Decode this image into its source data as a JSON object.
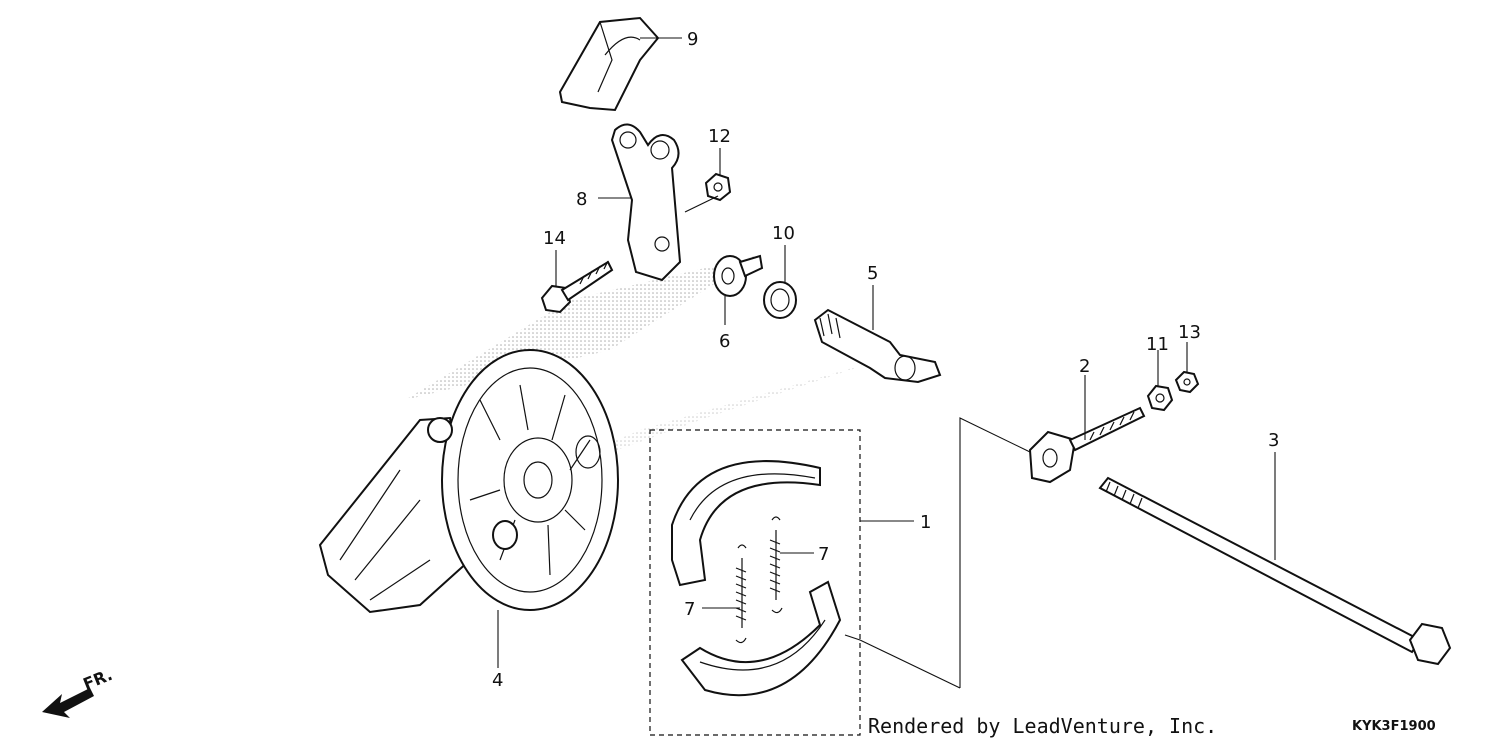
{
  "callouts": {
    "c1": "1",
    "c2": "2",
    "c3": "3",
    "c4": "4",
    "c5": "5",
    "c6": "6",
    "c7a": "7",
    "c7b": "7",
    "c8": "8",
    "c9": "9",
    "c10": "10",
    "c11": "11",
    "c12": "12",
    "c13": "13",
    "c14": "14"
  },
  "direction_label": "FR.",
  "credit": "Rendered by LeadVenture, Inc.",
  "diagram_code": "KYK3F1900"
}
